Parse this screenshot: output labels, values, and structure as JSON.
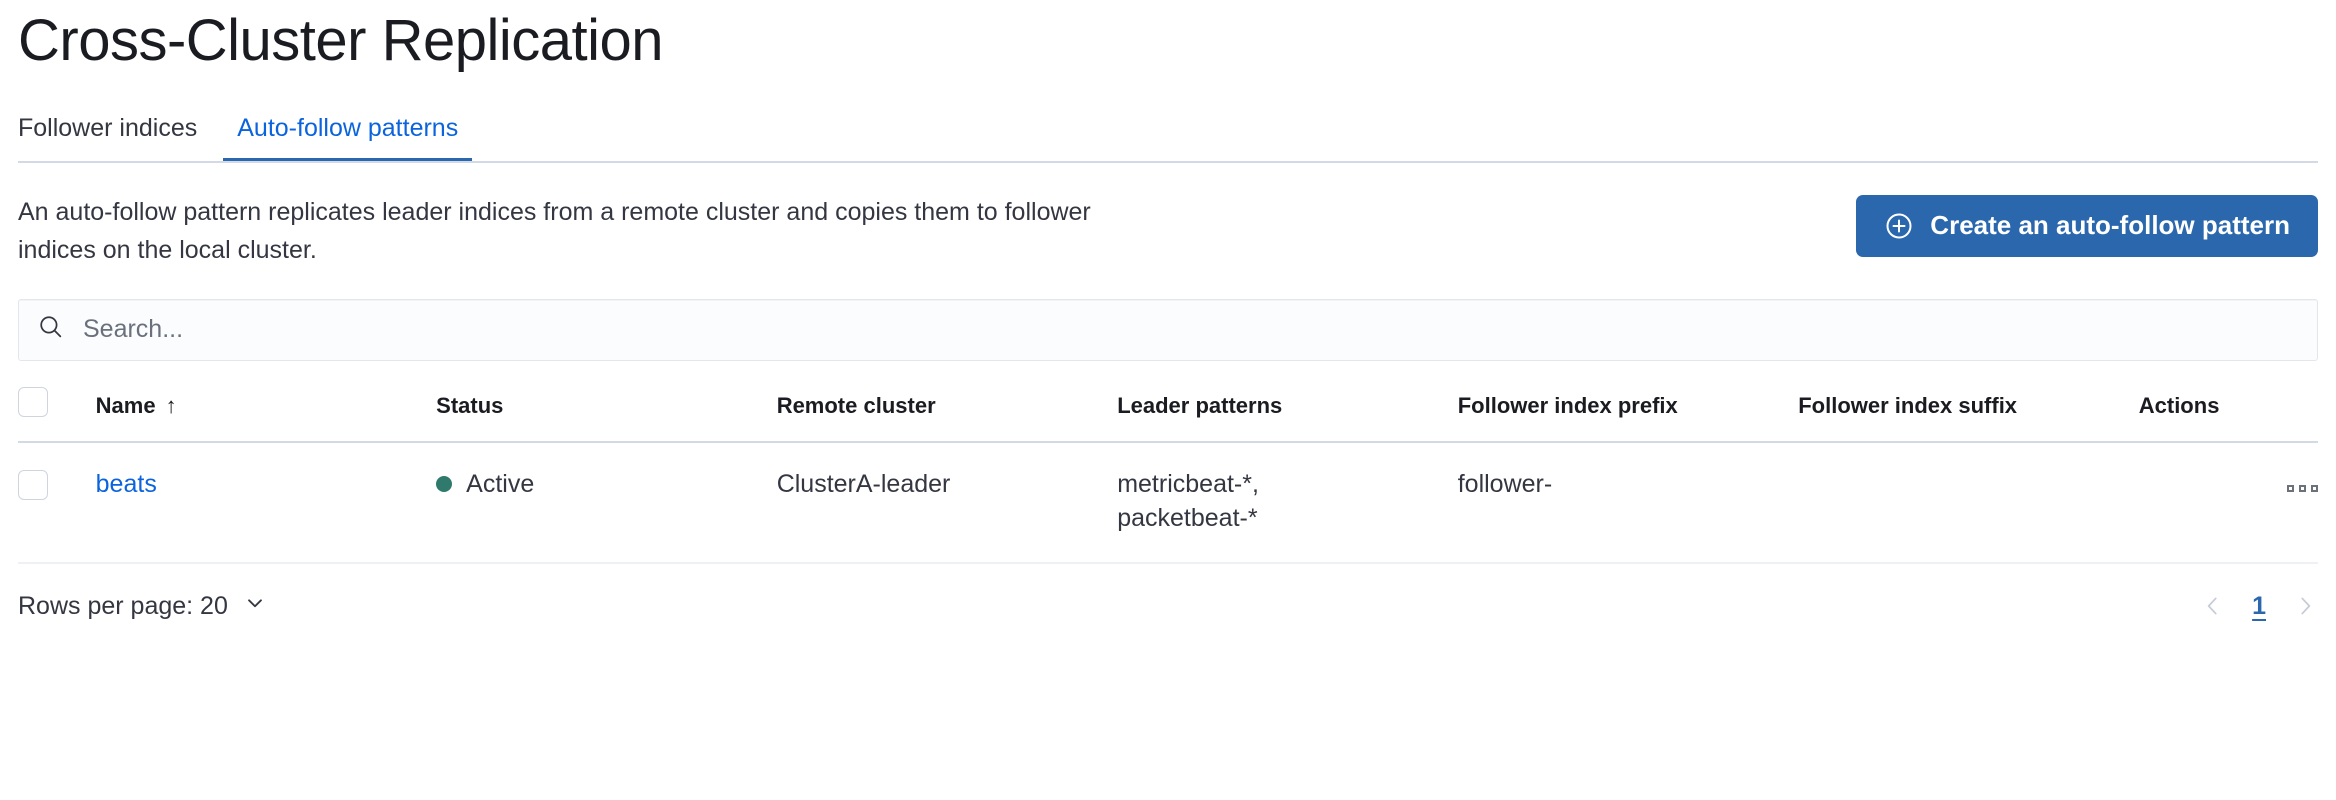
{
  "header": {
    "title": "Cross-Cluster Replication"
  },
  "tabs": [
    {
      "label": "Follower indices",
      "active": false
    },
    {
      "label": "Auto-follow patterns",
      "active": true
    }
  ],
  "intro": {
    "description": "An auto-follow pattern replicates leader indices from a remote cluster and copies them to follower indices on the local cluster.",
    "create_button_label": "Create an auto-follow pattern",
    "create_button_icon": "plus-in-circle-icon",
    "create_button_color": "#2a67ad"
  },
  "search": {
    "value": "",
    "placeholder": "Search...",
    "icon": "search-icon"
  },
  "table": {
    "columns": [
      {
        "key": "name",
        "label": "Name",
        "sort": "asc",
        "sort_icon": "sort-up-arrow-icon"
      },
      {
        "key": "status",
        "label": "Status"
      },
      {
        "key": "remote_cluster",
        "label": "Remote cluster"
      },
      {
        "key": "leader_patterns",
        "label": "Leader patterns"
      },
      {
        "key": "follower_index_prefix",
        "label": "Follower index prefix"
      },
      {
        "key": "follower_index_suffix",
        "label": "Follower index suffix"
      },
      {
        "key": "actions",
        "label": "Actions"
      }
    ],
    "select_all_checked": false,
    "rows": [
      {
        "selected": false,
        "name": "beats",
        "status": "Active",
        "status_color": "#2f7a6d",
        "remote_cluster": "ClusterA-leader",
        "leader_patterns": "metricbeat-*,\npacketbeat-*",
        "follower_index_prefix": "follower-",
        "follower_index_suffix": "",
        "actions_icon": "more-horizontal-icon"
      }
    ]
  },
  "footer": {
    "rows_per_page_label": "Rows per page: 20",
    "rows_per_page_icon": "chevron-down-icon",
    "prev_icon": "chevron-left-icon",
    "next_icon": "chevron-right-icon",
    "current_page": "1"
  }
}
